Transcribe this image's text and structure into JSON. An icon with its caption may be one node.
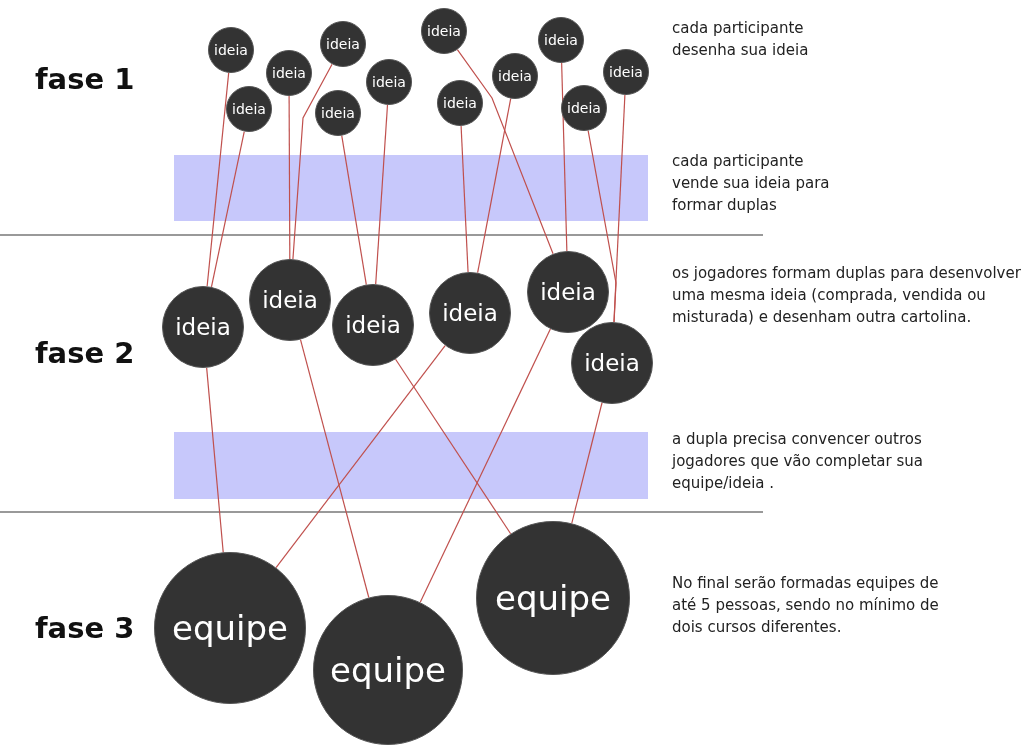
{
  "diagram": {
    "nodes": [
      {
        "text": [
          "ideia"
        ]
      },
      {
        "text": [
          "ideia"
        ]
      },
      {
        "text": [
          "ideia"
        ]
      },
      {
        "text": [
          "ideia"
        ]
      },
      {
        "text": [
          "ideia"
        ]
      },
      {
        "text": [
          "ideia"
        ]
      },
      {
        "text": [
          "ideia"
        ]
      },
      {
        "text": [
          "ideia"
        ]
      },
      {
        "text": [
          "ideia"
        ]
      },
      {
        "text": [
          "ideia"
        ]
      },
      {
        "text": [
          "ideia"
        ]
      },
      {
        "text": [
          "ideia"
        ]
      },
      {
        "text": [
          "ideia"
        ]
      },
      {
        "text": [
          "ideia"
        ]
      },
      {
        "text": [
          "ideia"
        ]
      },
      {
        "text": [
          "ideia"
        ]
      },
      {
        "text": [
          "ideia"
        ]
      },
      {
        "text": [
          "ideia"
        ]
      },
      {
        "text": [
          "equipe"
        ]
      },
      {
        "text": [
          "equipe"
        ]
      },
      {
        "text": [
          "equipe"
        ]
      }
    ],
    "edges": [
      {
        "from": 0,
        "to": 12,
        "arrow": "none"
      },
      {
        "from": 1,
        "to": 12,
        "arrow": "none"
      },
      {
        "from": 2,
        "to": 13,
        "arrow": "none"
      },
      {
        "from": 3,
        "to": 13,
        "arrow": "none"
      },
      {
        "from": 4,
        "to": 14,
        "arrow": "none"
      },
      {
        "from": 5,
        "to": 14,
        "arrow": "none"
      },
      {
        "from": 7,
        "to": 15,
        "arrow": "none"
      },
      {
        "from": 8,
        "to": 15,
        "arrow": "none"
      },
      {
        "from": 6,
        "to": 16,
        "arrow": "none"
      },
      {
        "from": 9,
        "to": 16,
        "arrow": "none"
      },
      {
        "from": 10,
        "to": 17,
        "arrow": "none"
      },
      {
        "from": 11,
        "to": 17,
        "arrow": "none"
      },
      {
        "from": 12,
        "to": 18,
        "arrow": "none"
      },
      {
        "from": 15,
        "to": 18,
        "arrow": "none"
      },
      {
        "from": 13,
        "to": 19,
        "arrow": "none"
      },
      {
        "from": 16,
        "to": 19,
        "arrow": "none"
      },
      {
        "from": 14,
        "to": 20,
        "arrow": "none"
      },
      {
        "from": 17,
        "to": 20,
        "arrow": "none"
      }
    ],
    "labels": [
      "fase 1",
      "cada participante desenha sua ideia",
      "cada participante vende sua ideia para formar duplas",
      "os jogadores formam duplas para desenvolver uma mesma ideia (comprada, vendida ou misturada) e desenham outra cartolina.",
      "fase 2",
      "a dupla precisa convencer outros jogadores que vão completar sua equipe/ideia .",
      "fase 3",
      "No final serão formadas equipes de até 5 pessoas, sendo no mínimo de dois cursos diferentes."
    ]
  }
}
